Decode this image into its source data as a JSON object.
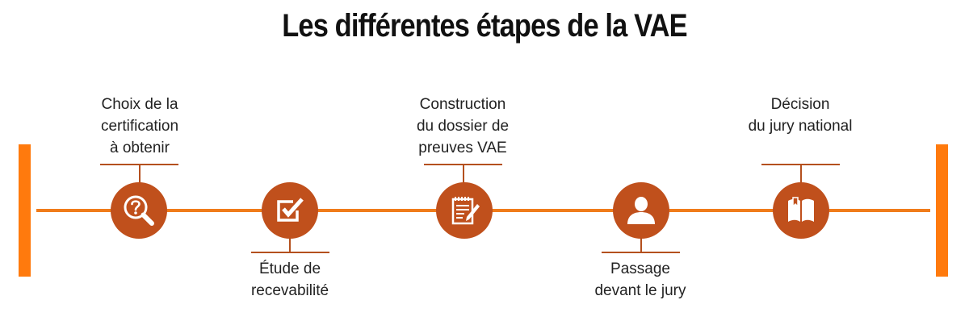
{
  "title": "Les différentes étapes de la VAE",
  "colors": {
    "line": "#f07c1b",
    "endbar": "#ff7a0d",
    "circle": "#c0501c",
    "tick": "#b4501e",
    "icon": "#ffffff"
  },
  "steps": [
    {
      "id": "choix",
      "label": "Choix de la\ncertification\nà obtenir",
      "icon": "search-question-icon",
      "position": "top"
    },
    {
      "id": "etude",
      "label": "Étude de\nrecevabilité",
      "icon": "checkbox-icon",
      "position": "bottom"
    },
    {
      "id": "construction",
      "label": "Construction\ndu dossier de\npreuves VAE",
      "icon": "notepad-pencil-icon",
      "position": "top"
    },
    {
      "id": "passage",
      "label": "Passage\ndevant le jury",
      "icon": "person-icon",
      "position": "bottom"
    },
    {
      "id": "decision",
      "label": "Décision\ndu jury national",
      "icon": "book-icon",
      "position": "top"
    }
  ]
}
